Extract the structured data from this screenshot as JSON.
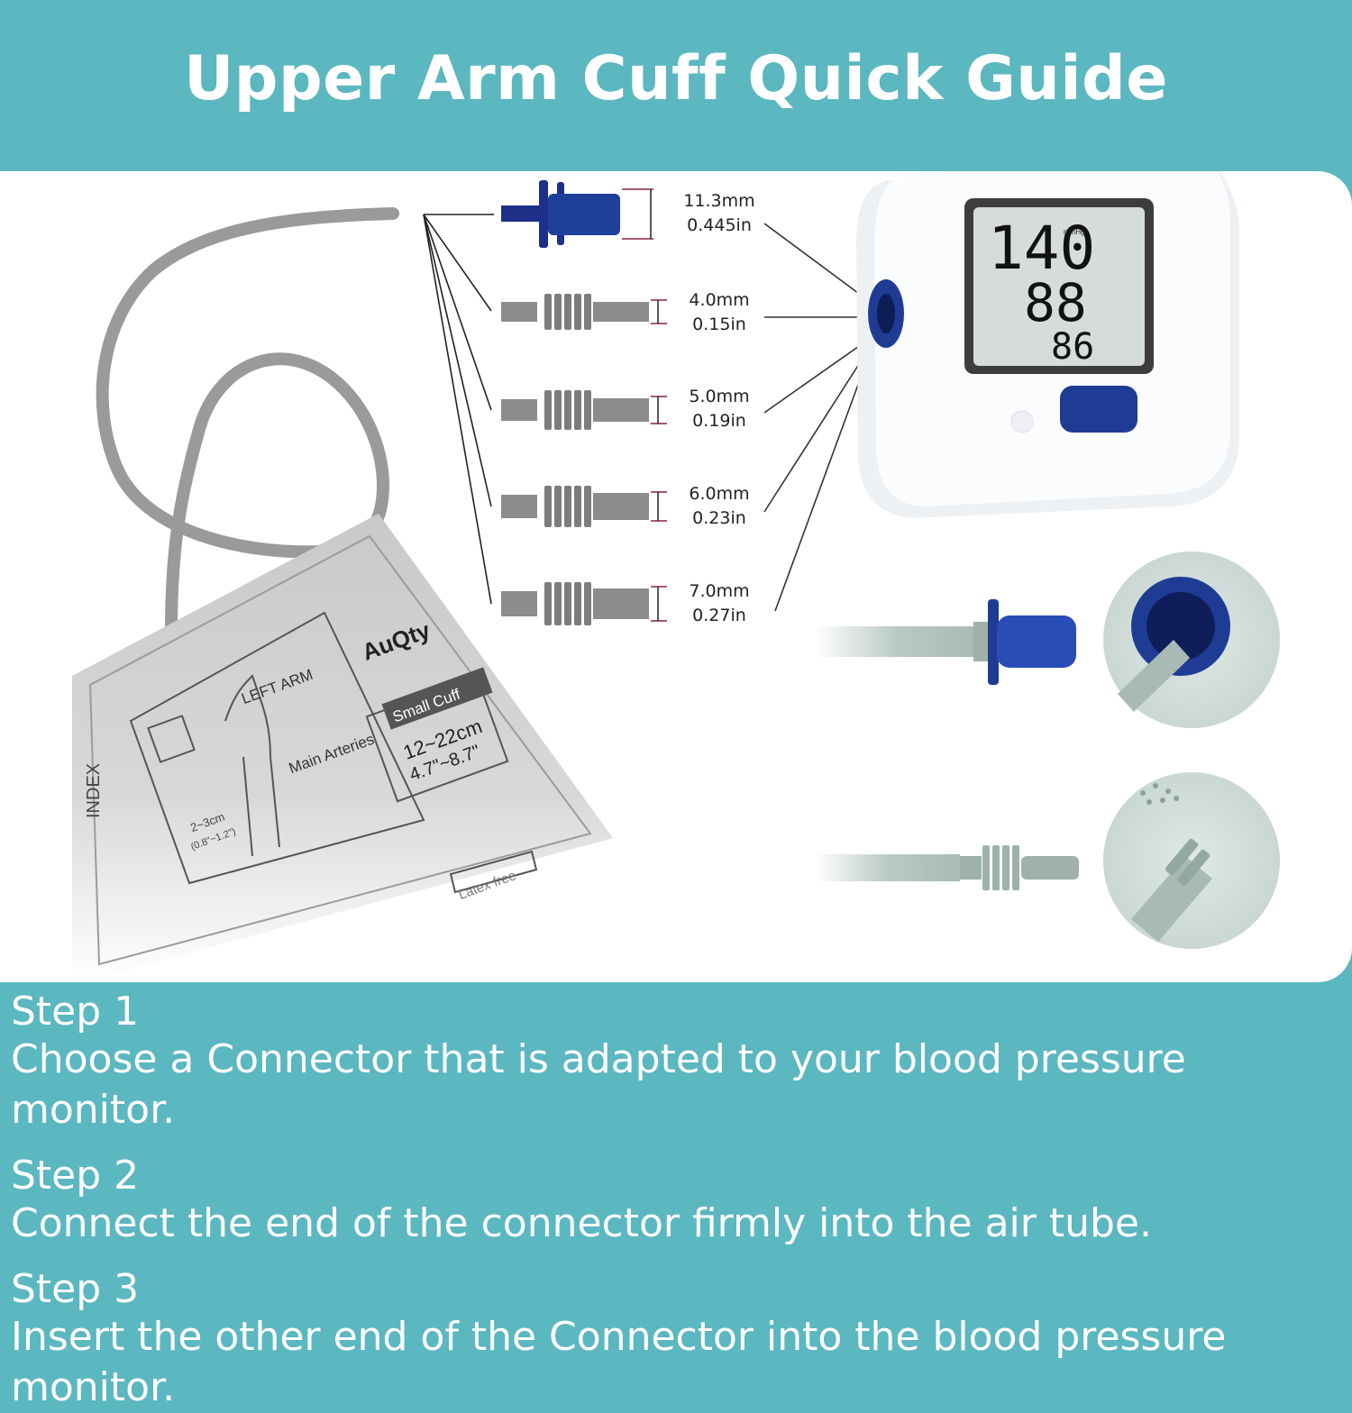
{
  "title": "Upper Arm Cuff Quick Guide",
  "connectors": [
    {
      "mm": "11.3mm",
      "in": "0.445in",
      "color": "#1e2f8a"
    },
    {
      "mm": "4.0mm",
      "in": "0.15in",
      "color": "#8c8c8c"
    },
    {
      "mm": "5.0mm",
      "in": "0.19in",
      "color": "#8c8c8c"
    },
    {
      "mm": "6.0mm",
      "in": "0.23in",
      "color": "#8c8c8c"
    },
    {
      "mm": "7.0mm",
      "in": "0.27in",
      "color": "#8c8c8c"
    }
  ],
  "monitor": {
    "systolic": "140",
    "diastolic": "88",
    "pulse": "86",
    "unit": "mmHg"
  },
  "cuff": {
    "brand": "AuQty",
    "side": "LEFT ARM",
    "size_name": "Small Cuff",
    "size_cm": "12~22cm",
    "size_in": "4.7\"~8.7\"",
    "arteries": "Main Arteries",
    "latex": "Latex free",
    "distance": "2~3cm",
    "distance_in": "(0.8\"~1.2\")",
    "index": "INDEX"
  },
  "steps": [
    {
      "label": "Step 1",
      "text": "Choose a Connector that is adapted to your blood pressure monitor."
    },
    {
      "label": "Step 2",
      "text": "Connect the end of the connector firmly into the air tube."
    },
    {
      "label": "Step 3",
      "text": "Insert the other end of the Connector into the blood pressure monitor."
    }
  ]
}
